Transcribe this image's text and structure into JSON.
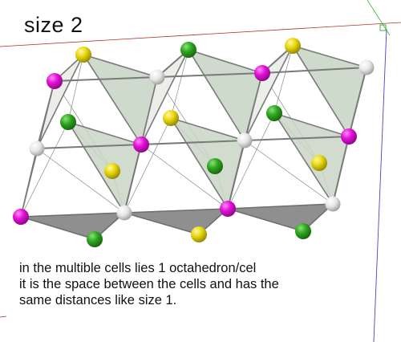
{
  "title": "size 2",
  "caption": [
    "in the multible cells lies 1 octahedron/cel",
    "it is the space between the cells and has the",
    "same distances like size 1."
  ],
  "colors": {
    "background": "#ffffff",
    "sphere_magenta": "#e20fd6",
    "sphere_green": "#2ea61e",
    "sphere_yellow": "#e8d80a",
    "sphere_white": "#e6e6e6",
    "face_light": "#ebeee9",
    "face_green": "#c9d6c7",
    "face_dark": "#8f8f8f",
    "edge": "#7a7a7a",
    "axis_red": "#b33232",
    "axis_blue": "#4747c9",
    "axis_green": "#3bb33b"
  },
  "icons": [
    "viewport-axis-marker-icon"
  ]
}
